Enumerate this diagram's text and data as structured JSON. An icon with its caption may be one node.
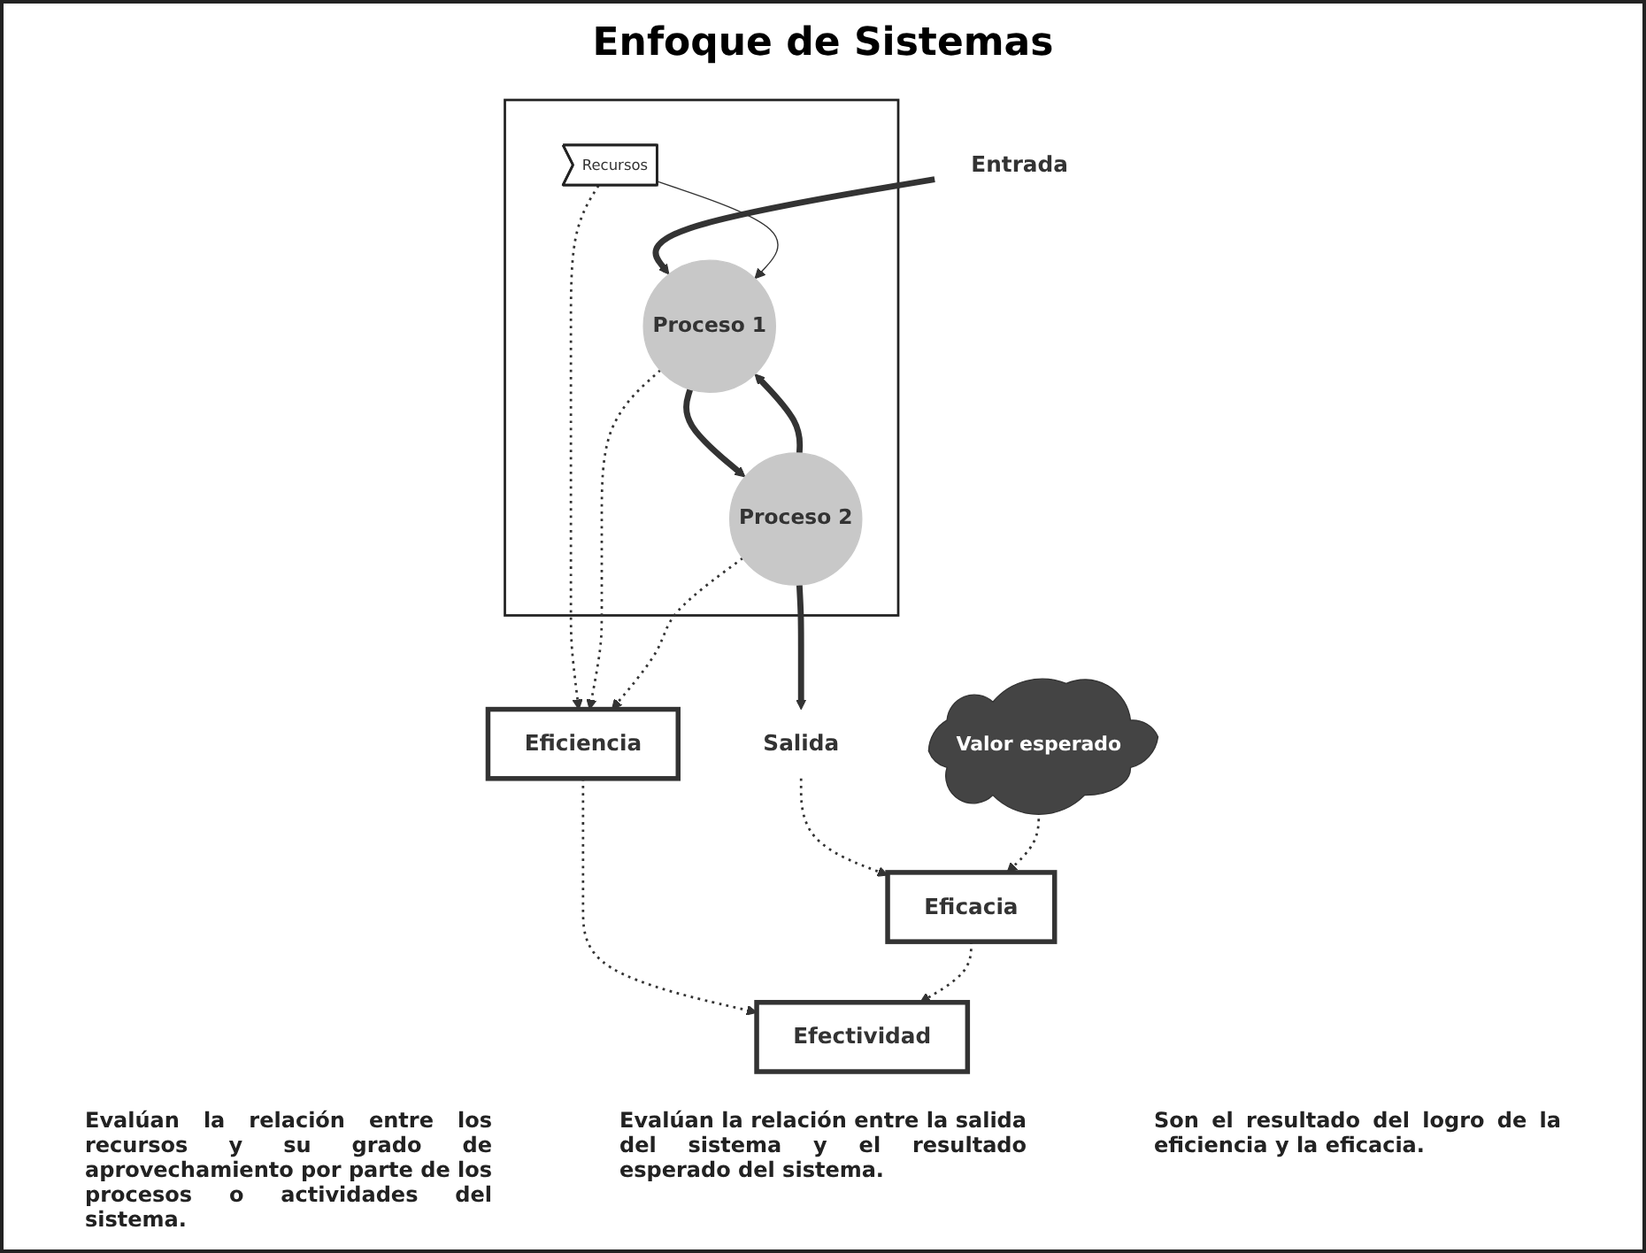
{
  "diagram": {
    "title": "Enfoque de Sistemas",
    "nodes": [
      {
        "text": [
          "Entrada"
        ]
      },
      {
        "text": [],
        "shape": "box"
      },
      {
        "text": [
          "Proceso 1"
        ],
        "in": 1
      },
      {
        "text": [
          "Proceso 2"
        ],
        "in": 1
      },
      {
        "text": [
          "Recursos"
        ],
        "in": 1
      },
      {
        "text": [
          "Salida"
        ]
      },
      {
        "text": [
          "Valor esperado"
        ]
      },
      {
        "text": [
          "Eficiencia"
        ]
      },
      {
        "text": [
          "Eficacia"
        ]
      },
      {
        "text": [
          "Efectividad"
        ]
      }
    ],
    "edges": [
      {
        "from": 0,
        "to": 2,
        "arrow": "to",
        "style": "thick"
      },
      {
        "from": 2,
        "to": 3,
        "arrow": "to",
        "style": "thick"
      },
      {
        "from": 3,
        "to": 2,
        "arrow": "to",
        "style": "thick"
      },
      {
        "from": 3,
        "to": 5,
        "arrow": "to",
        "style": "thick"
      },
      {
        "from": 4,
        "to": 2,
        "arrow": "to"
      },
      {
        "from": 4,
        "to": 7,
        "arrow": "to",
        "style": "dashed"
      },
      {
        "from": 2,
        "to": 7,
        "arrow": "to",
        "style": "dashed"
      },
      {
        "from": 3,
        "to": 7,
        "arrow": "to",
        "style": "dashed"
      },
      {
        "from": 5,
        "to": 8,
        "arrow": "to",
        "style": "dashed"
      },
      {
        "from": 6,
        "to": 8,
        "arrow": "to",
        "style": "dashed"
      },
      {
        "from": 7,
        "to": 9,
        "arrow": "to",
        "style": "dashed"
      },
      {
        "from": 8,
        "to": 9,
        "arrow": "to",
        "style": "dashed"
      }
    ],
    "labels": [
      "Evalúan la relación entre los recursos y su grado de aprovechamiento por parte de los procesos o actividades del sistema.",
      "Evalúan la relación entre la salida del sistema y el resultado esperado del sistema.",
      "Son el resultado del logro de la eficiencia y la eficacia."
    ]
  }
}
